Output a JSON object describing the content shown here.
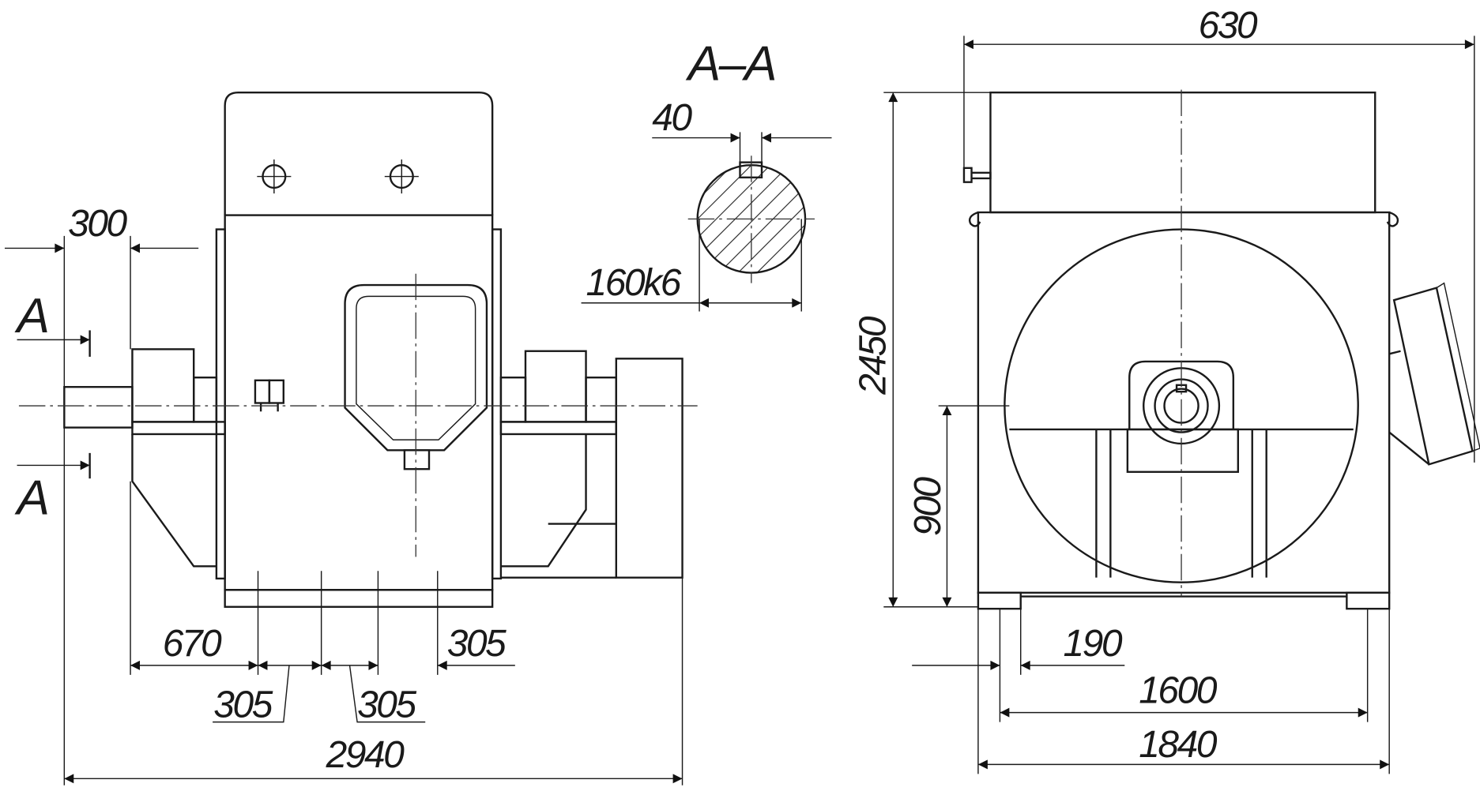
{
  "drawing": {
    "section_title": "A–A",
    "section_marks": [
      "A",
      "A"
    ],
    "dimensions": {
      "shaft_length": "300",
      "left_base": "670",
      "spacing_1": "305",
      "spacing_2": "305",
      "spacing_3": "305",
      "overall_length": "2940",
      "key_width": "40",
      "shaft_diameter": "160k6",
      "overall_width": "630",
      "overall_height": "2450",
      "shaft_height": "900",
      "foot_width": "190",
      "hole_spacing": "1600",
      "base_width": "1840"
    }
  }
}
